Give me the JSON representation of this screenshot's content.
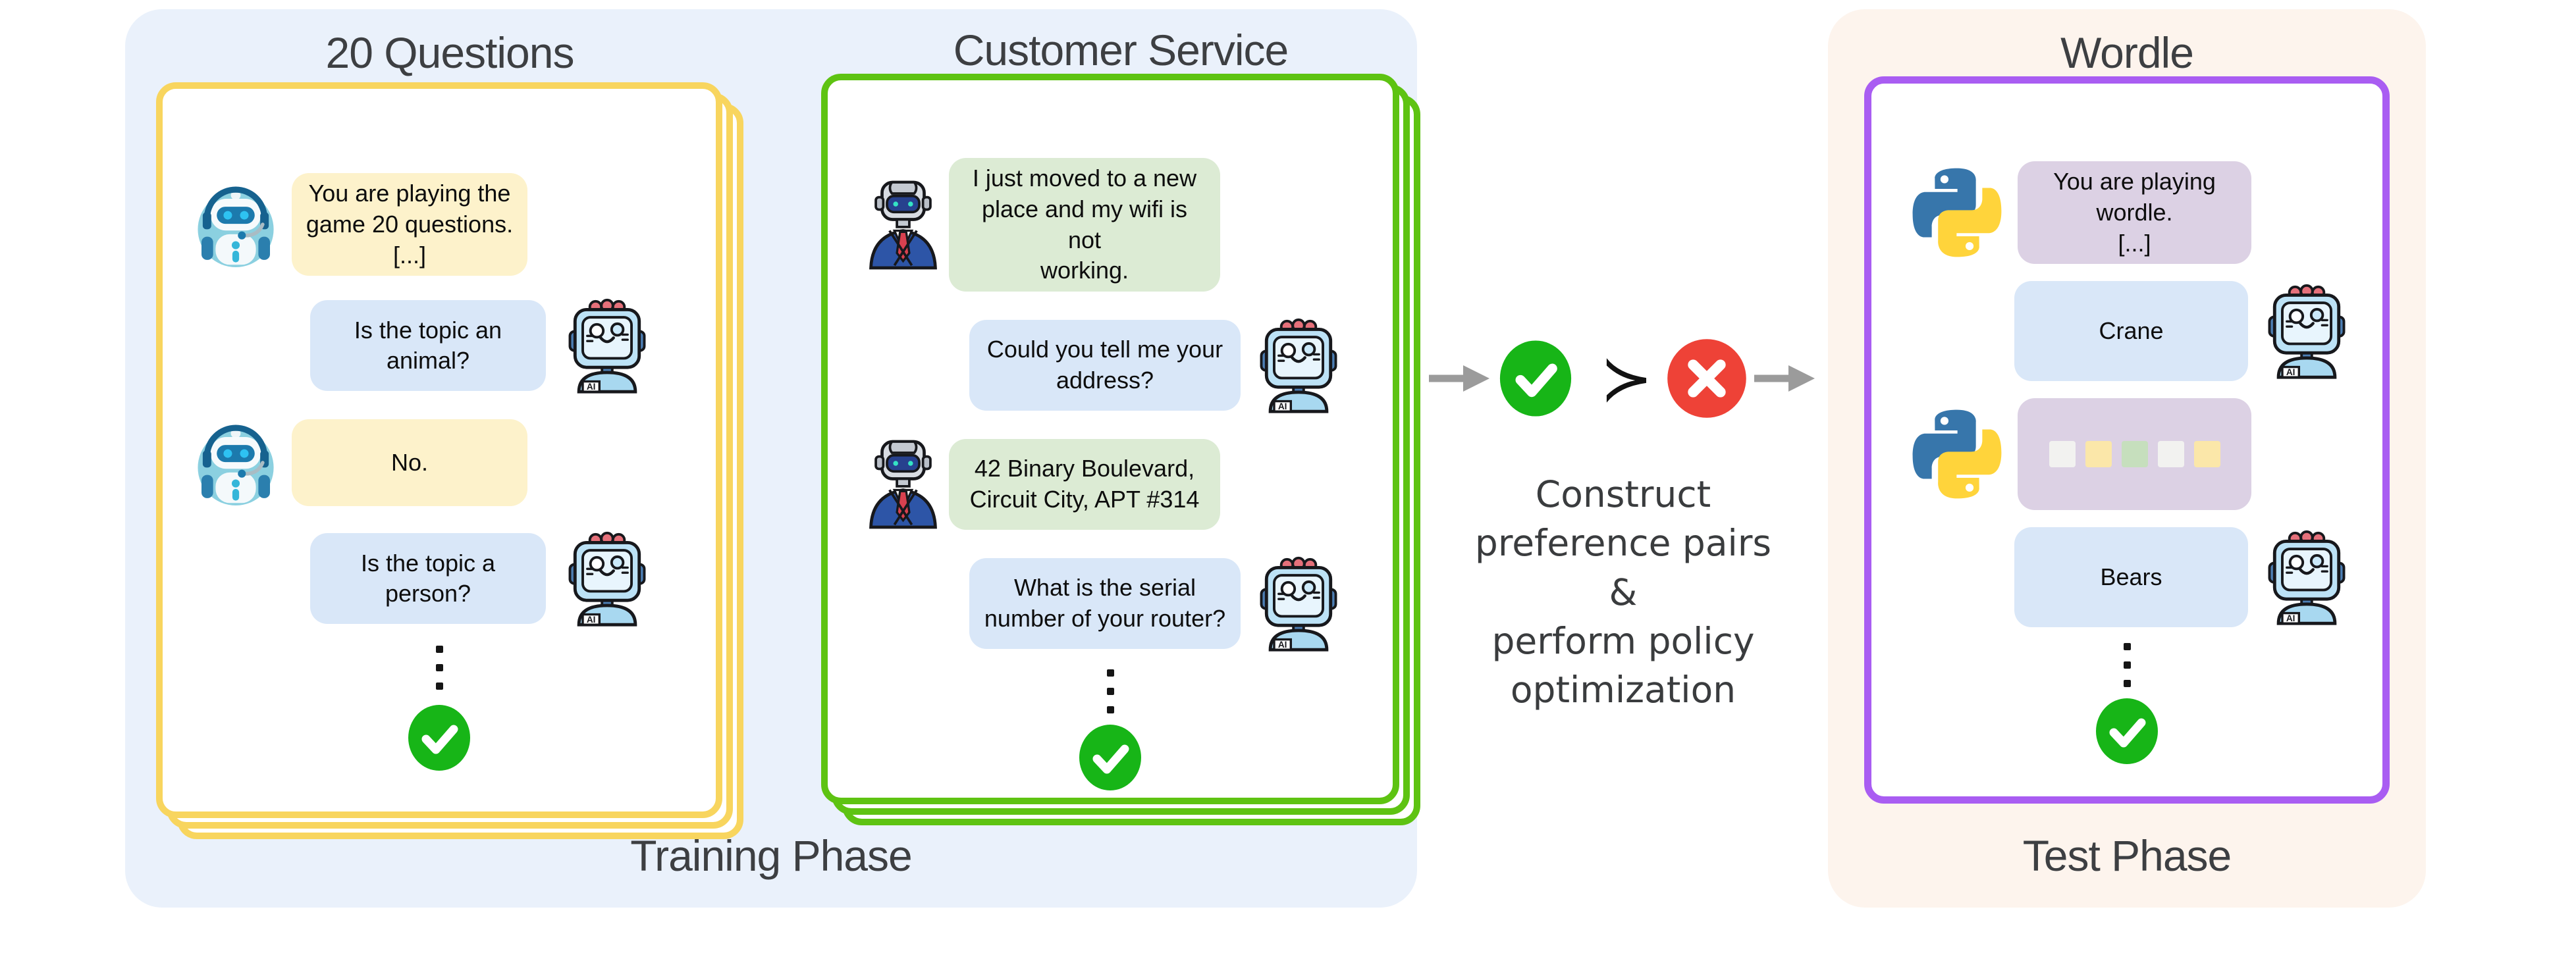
{
  "training_phase": {
    "label": "Training Phase",
    "environments": [
      {
        "title": "20 Questions",
        "messages": [
          {
            "speaker": "environment",
            "text": "You are playing the\ngame 20 questions.\n[...]"
          },
          {
            "speaker": "agent",
            "text": "Is the topic an\nanimal?"
          },
          {
            "speaker": "environment",
            "text": "No."
          },
          {
            "speaker": "agent",
            "text": "Is the topic a\nperson?"
          }
        ],
        "outcome": "success"
      },
      {
        "title": "Customer Service",
        "messages": [
          {
            "speaker": "environment",
            "text": "I just moved to a new\nplace and my wifi is not\nworking."
          },
          {
            "speaker": "agent",
            "text": "Could you tell me your\naddress?"
          },
          {
            "speaker": "environment",
            "text": "42 Binary Boulevard,\nCircuit City, APT #314"
          },
          {
            "speaker": "agent",
            "text": "What is the serial\nnumber of your router?"
          }
        ],
        "outcome": "success"
      }
    ]
  },
  "middle": {
    "succeeds_symbol": "≻",
    "caption": "Construct\npreference pairs\n&\nperform policy\noptimization"
  },
  "test_phase": {
    "label": "Test Phase",
    "environment": {
      "title": "Wordle",
      "messages": [
        {
          "speaker": "environment",
          "text": "You are playing wordle.\n[...]"
        },
        {
          "speaker": "agent",
          "text": "Crane"
        },
        {
          "speaker": "environment",
          "feedback_squares": [
            "gray",
            "yellow",
            "green",
            "gray",
            "yellow"
          ]
        },
        {
          "speaker": "agent",
          "text": "Bears"
        }
      ],
      "outcome": "success"
    }
  },
  "icons": {
    "ai_badge_label": "AI"
  },
  "colors": {
    "training_panel_bg": "#eaf1fb",
    "test_panel_bg": "#fdf4ed",
    "card_border_20_questions": "#f8d55e",
    "card_border_customer_service": "#5ec312",
    "card_border_wordle": "#a95df2",
    "env_bubble_20_questions": "#fdf2cb",
    "env_bubble_customer_service": "#dcebd4",
    "env_bubble_wordle": "#dcd1e4",
    "agent_bubble": "#d9e7f8",
    "success_green": "#17b517",
    "failure_red": "#ee4237",
    "arrow_gray": "#9b9b9b",
    "wordle_squares": {
      "gray": "#f2f2f0",
      "yellow": "#fbe7a9",
      "green": "#c6dfbd"
    }
  }
}
